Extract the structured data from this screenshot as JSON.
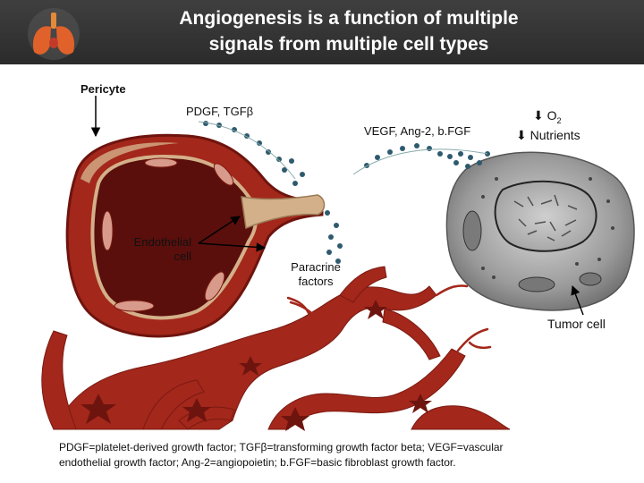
{
  "header": {
    "title_line1": "Angiogenesis is a function of multiple",
    "title_line2": "signals from multiple cell types"
  },
  "labels": {
    "pericyte": "Pericyte",
    "pdgf": "PDGF, TGFβ",
    "vegf": "VEGF, Ang-2, b.FGF",
    "o2_arrow": "⬇",
    "o2": "O",
    "o2_sub": "2",
    "nutrients": "⬇ Nutrients",
    "endothelial_line1": "Endothelial",
    "endothelial_line2": "cell",
    "paracrine_line1": "Paracrine",
    "paracrine_line2": "factors",
    "tumor": "Tumor cell"
  },
  "footer": {
    "line1": "PDGF=platelet-derived growth factor; TGFβ=transforming growth factor beta; VEGF=vascular",
    "line2": "endothelial growth factor; Ang-2=angiopoietin; b.FGF=basic fibroblast growth factor."
  },
  "colors": {
    "vessel": "#a3271b",
    "vessel_dark": "#6e140e",
    "lumen": "#5a0f0c",
    "pericyte": "#d4b08a",
    "tumor_cell": "#8a8a8a",
    "factor_dots": "#2e5a6e",
    "header_bg": "#333333"
  }
}
